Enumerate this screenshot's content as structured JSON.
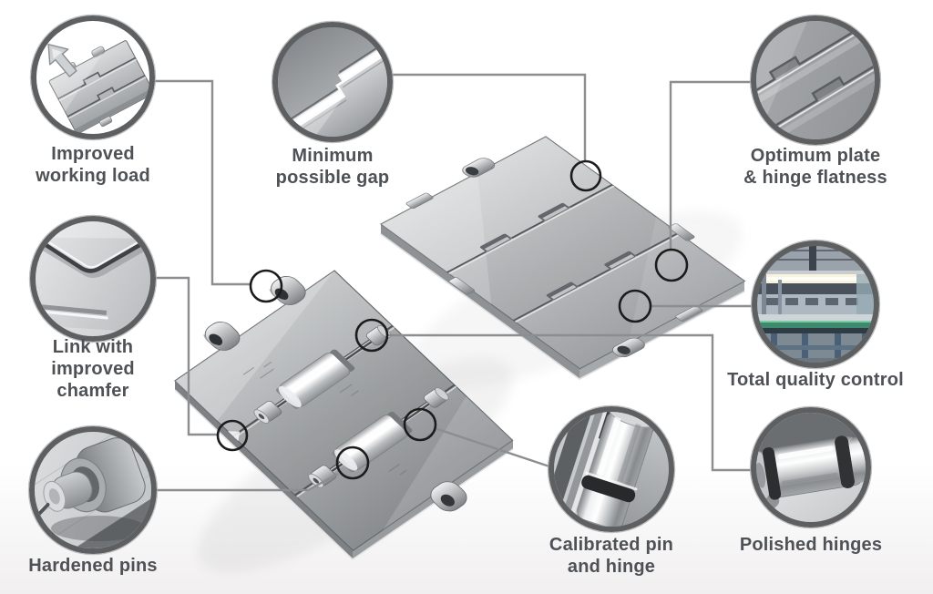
{
  "diagram": {
    "subject": "stainless-steel slat conveyor chain feature callouts",
    "colors": {
      "ring": "#5d5f61",
      "connector": "#8b8d90",
      "marker": "#1c1c1c",
      "label_text": "#4e5155",
      "metal_light": "#d8dadb",
      "metal_dark": "#8a8d90",
      "belt_green": "#3e8a6d",
      "frame_blue": "#4a6076",
      "light_strip": "#f7f3df",
      "background_bottom": "#f1efef"
    },
    "callouts": [
      {
        "id": "improved-working-load",
        "icon": "chain-link-arrow-icon",
        "lines": [
          "Improved",
          "working load"
        ]
      },
      {
        "id": "minimum-possible-gap",
        "icon": "plate-gap-closeup-icon",
        "lines": [
          "Minimum",
          "possible gap"
        ]
      },
      {
        "id": "optimum-plate-hinge-flatness",
        "icon": "flat-plates-closeup-icon",
        "lines": [
          "Optimum plate",
          "& hinge flatness"
        ]
      },
      {
        "id": "link-improved-chamfer",
        "icon": "chamfer-corner-icon",
        "lines": [
          "Link with",
          "improved",
          "chamfer"
        ]
      },
      {
        "id": "total-quality-control",
        "icon": "factory-line-photo-icon",
        "lines": [
          "Total quality control"
        ]
      },
      {
        "id": "hardened-pins",
        "icon": "hardened-pin-icon",
        "lines": [
          "Hardened pins"
        ]
      },
      {
        "id": "calibrated-pin-hinge",
        "icon": "calibrated-pin-icon",
        "lines": [
          "Calibrated pin",
          "and hinge"
        ]
      },
      {
        "id": "polished-hinges",
        "icon": "polished-hinge-icon",
        "lines": [
          "Polished hinges"
        ]
      }
    ]
  }
}
